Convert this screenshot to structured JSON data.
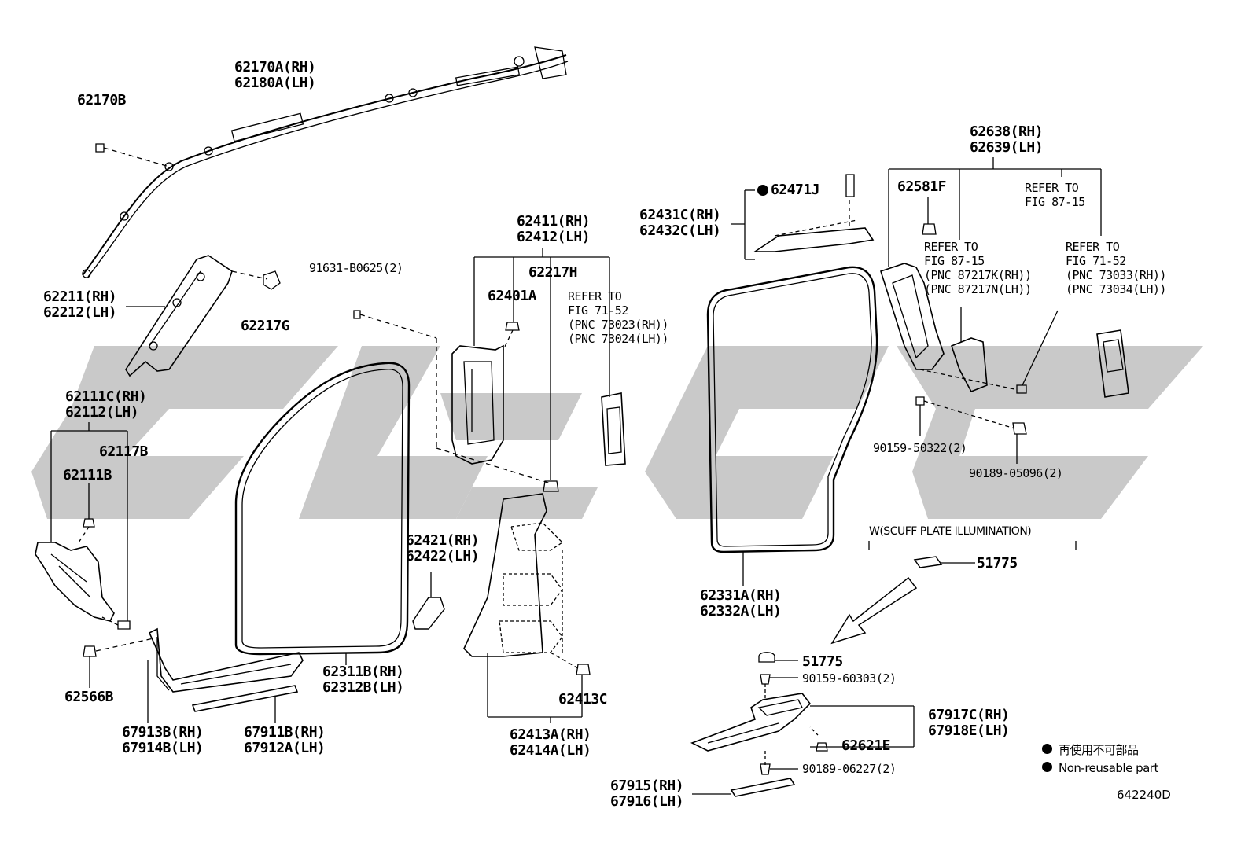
{
  "labels": {
    "l62170A": "62170A(RH)\n62180A(LH)",
    "l62170B": "62170B",
    "l62211": "62211(RH)\n62212(LH)",
    "l62217G": "62217G",
    "l91631": "91631-B0625(2)",
    "l62111C": "62111C(RH)\n62112(LH)",
    "l62117B": "62117B",
    "l62111B": "62111B",
    "l62566B": "62566B",
    "l67913B": "67913B(RH)\n67914B(LH)",
    "l67911B": "67911B(RH)\n67912A(LH)",
    "l62311B": "62311B(RH)\n62312B(LH)",
    "l62411": "62411(RH)\n62412(LH)",
    "l62217H": "62217H",
    "l62401A": "62401A",
    "lRefer7152a": "REFER TO\nFIG 71-52\n(PNC 73023(RH))\n(PNC 73024(LH))",
    "l62421": "62421(RH)\n62422(LH)",
    "l62413C": "62413C",
    "l62413A": "62413A(RH)\n62414A(LH)",
    "l62431C": "62431C(RH)\n62432C(LH)",
    "l62471J": "62471J",
    "l62638": "62638(RH)\n62639(LH)",
    "l62581F": "62581F",
    "lRefer8715a": "REFER TO\nFIG 87-15",
    "lRefer8715b": "REFER TO\nFIG 87-15\n(PNC 87217K(RH))\n(PNC 87217N(LH))",
    "lRefer7152b": "REFER TO\nFIG 71-52\n(PNC 73033(RH))\n(PNC 73034(LH))",
    "l90159a": "90159-50322(2)",
    "l90189a": "90189-05096(2)",
    "l62331A": "62331A(RH)\n62332A(LH)",
    "lScuff": "W(SCUFF PLATE ILLUMINATION)",
    "l51775a": "51775",
    "l51775b": "51775",
    "l90159b": "90159-60303(2)",
    "l67917C": "67917C(RH)\n67918E(LH)",
    "l62621E": "62621E",
    "l90189b": "90189-06227(2)",
    "l67915": "67915(RH)\n67916(LH)"
  },
  "legend": {
    "jp": "再使用不可部品",
    "en": "Non-reusable part"
  },
  "figure_code": "642240D",
  "watermark_color": "#c8c8c8",
  "line_color": "#000000"
}
